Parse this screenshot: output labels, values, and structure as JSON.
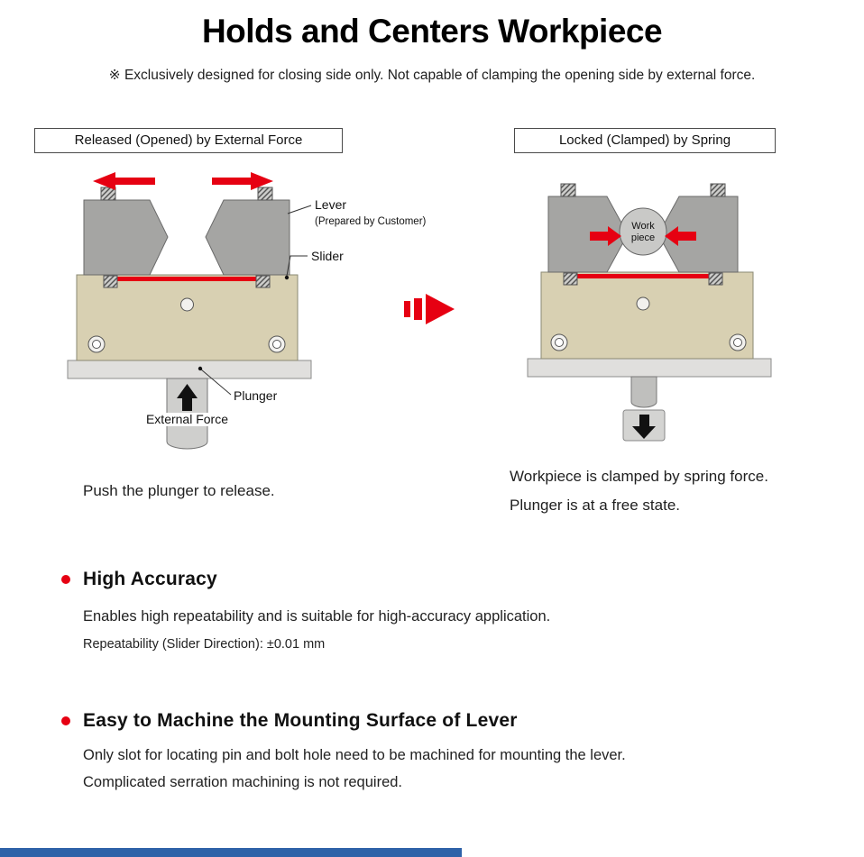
{
  "page": {
    "title": "Holds and Centers Workpiece",
    "note": "※ Exclusively designed for closing side only. Not capable of clamping the opening side by external force."
  },
  "diagrams": {
    "released": {
      "label": "Released (Opened) by External Force",
      "caption": "Push the plunger to release.",
      "annotations": {
        "lever": "Lever",
        "lever_sub": "(Prepared by Customer)",
        "slider": "Slider",
        "plunger": "Plunger",
        "external_force": "External Force"
      }
    },
    "locked": {
      "label": "Locked (Clamped) by Spring",
      "caption_line1": "Workpiece is clamped by spring force.",
      "caption_line2": "Plunger is at a free state.",
      "annotations": {
        "workpiece_line1": "Work",
        "workpiece_line2": "piece"
      }
    }
  },
  "features": [
    {
      "heading": "High Accuracy",
      "lines": [
        "Enables high repeatability and is suitable for high-accuracy application.",
        "Repeatability (Slider Direction): ±0.01 mm"
      ]
    },
    {
      "heading": "Easy to Machine the Mounting Surface of Lever",
      "lines": [
        "Only slot for locating pin and bolt hole need to be machined for mounting the lever.",
        "Complicated serration machining is not required."
      ]
    }
  ],
  "colors": {
    "accent_red": "#e60012",
    "body_tan": "#d8d0b2",
    "lever_gray": "#a5a5a3",
    "base_gray": "#e0dfdd",
    "footer_blue": "#2e62a8"
  }
}
